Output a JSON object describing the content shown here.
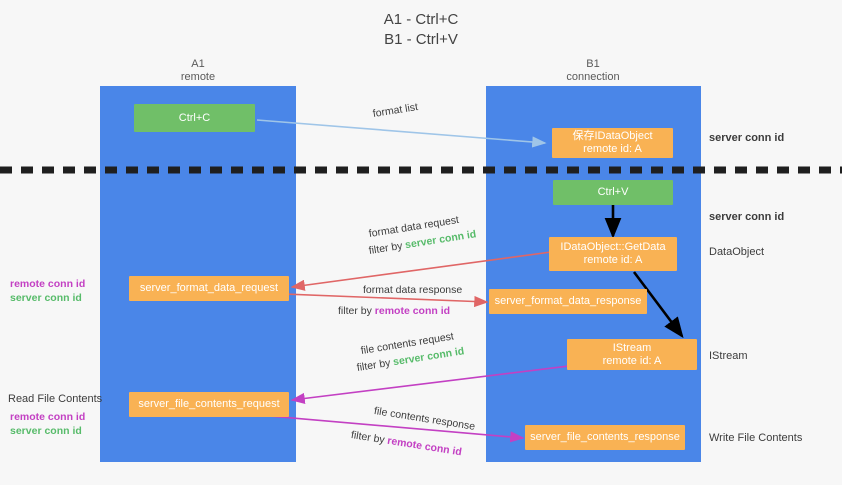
{
  "title": {
    "line1": "A1 - Ctrl+C",
    "line2": "B1 - Ctrl+V"
  },
  "columns": [
    {
      "name": "A1",
      "sub": "remote"
    },
    {
      "name": "B1",
      "sub": "connection"
    }
  ],
  "colors": {
    "lane": "#4a86e8",
    "green_box": "#70bf68",
    "orange_box": "#f9b254",
    "green_text": "#57bb6a",
    "magenta_text": "#c340c3",
    "blue_arrow": "#9fc5e8",
    "red_arrow": "#e06666",
    "magenta_arrow": "#c340c3",
    "black_arrow": "#000000",
    "divider": "#1f1f1f"
  },
  "boxes": {
    "ctrl_c": {
      "line1": "Ctrl+C",
      "line2": ""
    },
    "idataobject_store": {
      "line1": "保存IDataObject",
      "line2": "remote id: A"
    },
    "ctrl_v": {
      "line1": "Ctrl+V",
      "line2": ""
    },
    "getdata": {
      "line1": "IDataObject::GetData",
      "line2": "remote id: A"
    },
    "istream": {
      "line1": "IStream",
      "line2": "remote id: A"
    },
    "server_format_data_request": {
      "line1": "server_format_data_request",
      "line2": ""
    },
    "server_format_data_response": {
      "line1": "server_format_data_response",
      "line2": ""
    },
    "server_file_contents_request": {
      "line1": "server_file_contents_request",
      "line2": ""
    },
    "server_file_contents_response": {
      "line1": "server_file_contents_response",
      "line2": ""
    }
  },
  "arrow_labels": {
    "format_list": "format list",
    "format_data_request": "format data request",
    "format_data_request_filter_prefix": "filter by ",
    "format_data_request_filter_key": "server conn id",
    "format_data_response": "format data response",
    "format_data_response_filter_prefix": "filter by ",
    "format_data_response_filter_key": "remote conn id",
    "file_contents_request": "file contents request",
    "file_contents_request_filter_prefix": "filter by ",
    "file_contents_request_filter_key": "server conn id",
    "file_contents_response": "file contents response",
    "file_contents_response_filter_prefix": "filter by ",
    "file_contents_response_filter_key": "remote conn id"
  },
  "side_labels": {
    "server_conn_id_top": "server conn id",
    "server_conn_id_mid": "server conn id",
    "dataobject": "DataObject",
    "istream": "IStream",
    "write_file_contents": "Write File Contents"
  },
  "left_labels": {
    "format_remote": "remote conn id",
    "format_server": "server conn id",
    "read_file_contents": "Read File Contents",
    "file_remote": "remote conn id",
    "file_server": "server conn id"
  }
}
